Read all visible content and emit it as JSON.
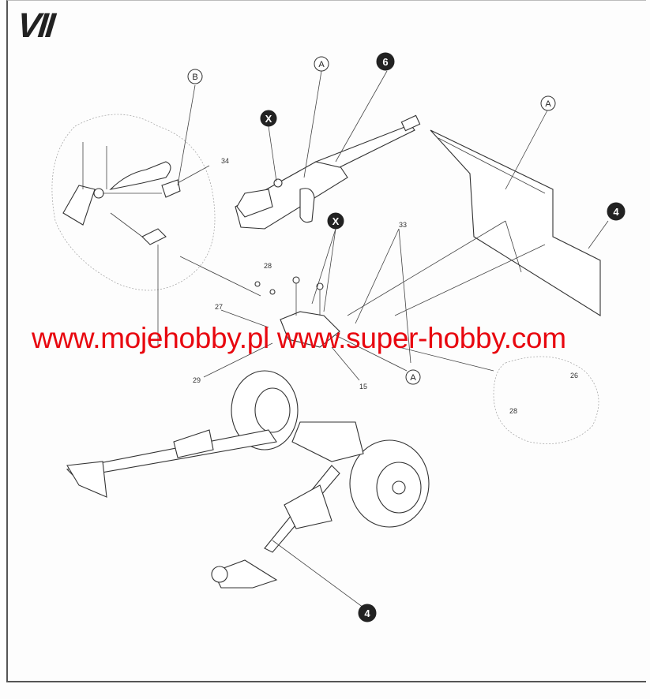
{
  "step": {
    "number": "VII"
  },
  "callouts": {
    "b_top": "B",
    "a_gun": "A",
    "six": "6",
    "x_upper": "X",
    "x_lower": "X",
    "a_shield": "A",
    "four_shield": "4",
    "a_lower": "A",
    "four_bottom": "4"
  },
  "part_numbers": {
    "p34": "34",
    "p33": "33",
    "p28_top": "28",
    "p27": "27",
    "p29": "29",
    "p15": "15",
    "p26": "26",
    "p28_right": "28"
  },
  "watermark": "www.mojehobby.pl www.super-hobby.com"
}
